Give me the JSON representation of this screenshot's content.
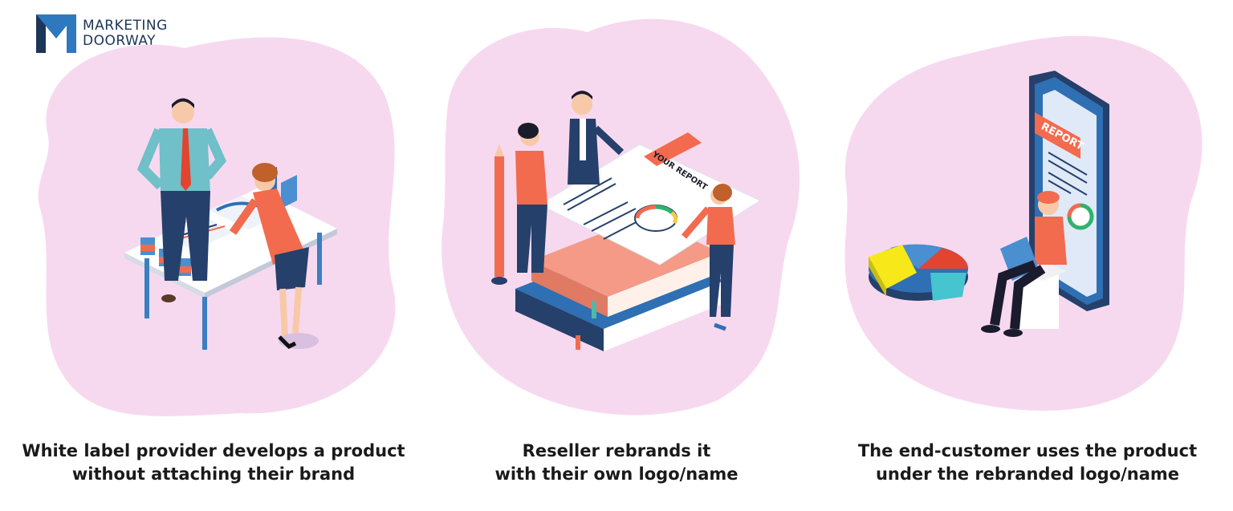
{
  "brand": {
    "line1": "MARKETING",
    "line2": "DOORWAY",
    "color": "#1d3557"
  },
  "steps": [
    {
      "line1": "White label provider develops a product",
      "line2": "without attaching their brand"
    },
    {
      "line1": "Reseller rebrands it",
      "line2": "with their own logo/name",
      "report_label": "YOUR REPORT"
    },
    {
      "line1": "The end-customer uses the product",
      "line2": "under the rebranded logo/name",
      "report_label": "REPORT"
    }
  ],
  "colors": {
    "blob": "#f7d9ef",
    "accent_red": "#f26b4f",
    "navy": "#25406b",
    "blue": "#2f6fb3"
  }
}
